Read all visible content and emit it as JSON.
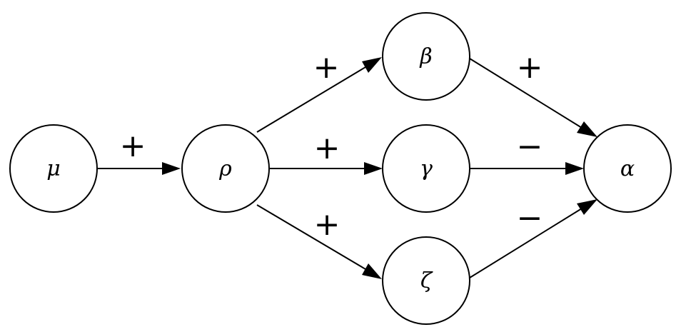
{
  "nodes": {
    "mu": "μ",
    "rho": "ρ",
    "beta": "β",
    "gamma": "γ",
    "zeta": "ζ",
    "alpha": "α"
  },
  "edges": {
    "mu_rho": "+",
    "rho_beta": "+",
    "rho_gamma": "+",
    "rho_zeta": "+",
    "beta_alpha": "+",
    "gamma_alpha": "−",
    "zeta_alpha": "−"
  }
}
